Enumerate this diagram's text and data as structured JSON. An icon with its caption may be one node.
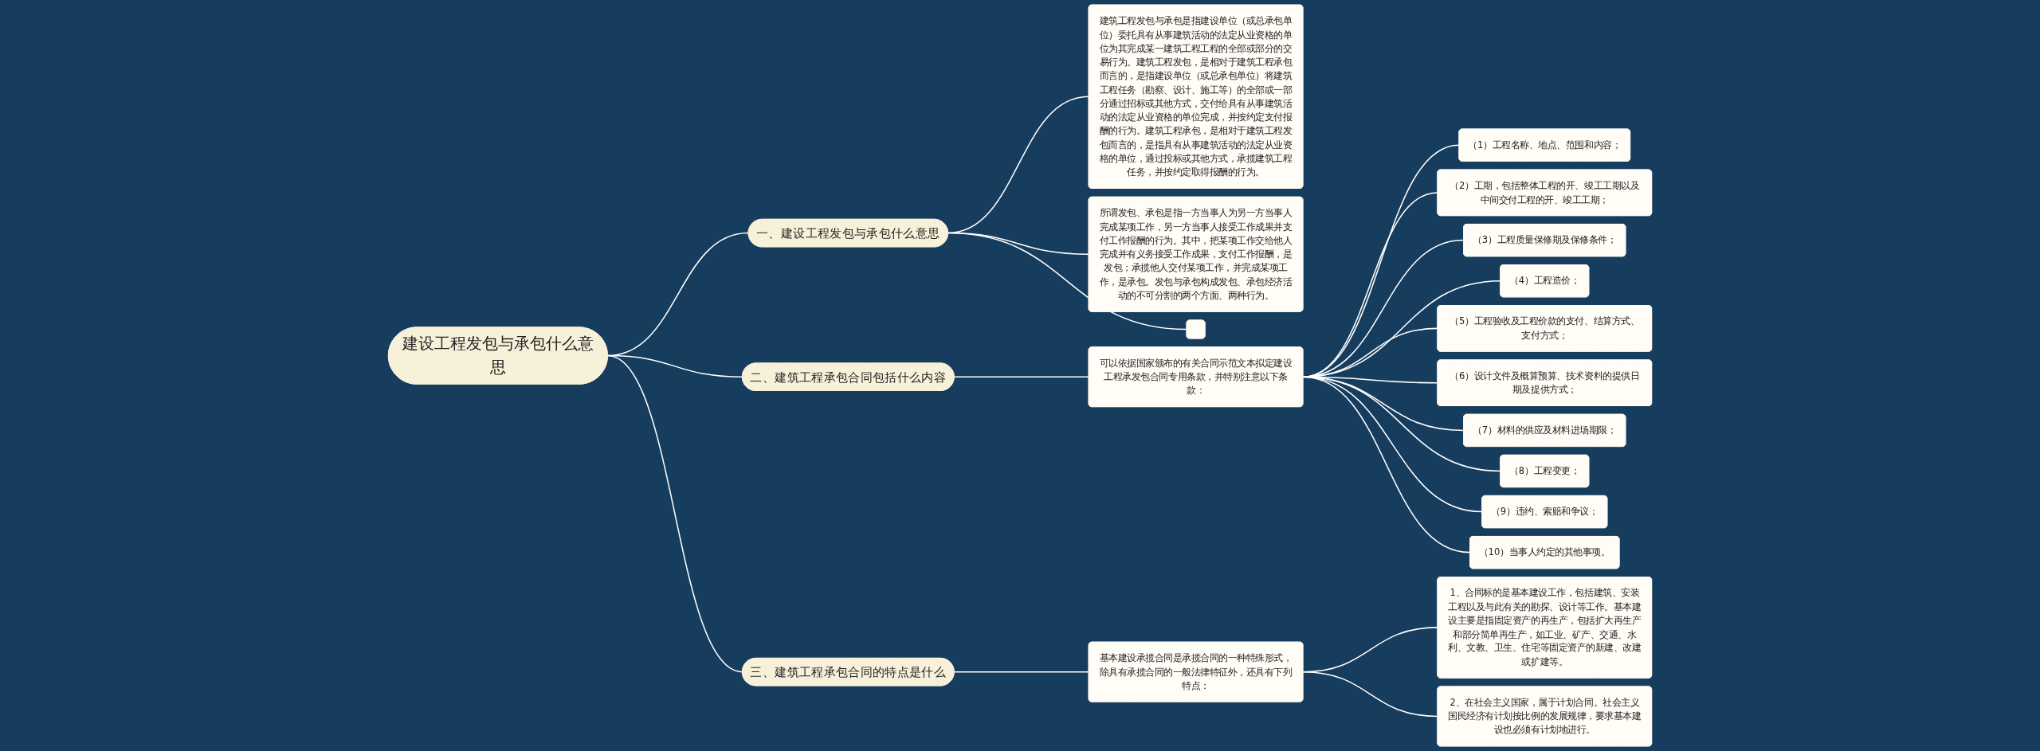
{
  "diagram": {
    "nodes": [
      {
        "text": [
          "建设工程发包与承包什么意思"
        ]
      },
      {
        "text": [
          "一、建设工程发包与承包什么意思"
        ]
      },
      {
        "text": [
          "建筑工程发包与承包是指建设单位（或总承包单位）委托具有从事建筑活动的法定从业资格的单位为其完成某一建筑工程工程的全部或部分的交易行为。建筑工程发包，是相对于建筑工程承包而言的，是指建设单位（或总承包单位）将建筑工程任务（勘察、设计、施工等）的全部或一部分通过招标或其他方式，交付给具有从事建筑活动的法定从业资格的单位完成，并按约定支付报酬的行为。建筑工程承包，是相对于建筑工程发包而言的，是指具有从事建筑活动的法定从业资格的单位，通过投标或其他方式，承揽建筑工程任务，并按约定取得报酬的行为。"
        ]
      },
      {
        "text": [
          "所谓发包、承包是指一方当事人为另一方当事人完成某项工作，另一方当事人接受工作成果并支付工作报酬的行为。其中，把某项工作交给他人完成并有义务接受工作成果，支付工作报酬，是发包；承揽他人交付某项工作，并完成某项工作，是承包。发包与承包构成发包、承包经济活动的不可分割的两个方面、两种行为。"
        ]
      },
      {
        "text": [],
        "shape": "box"
      },
      {
        "text": [
          "二、建筑工程承包合同包括什么内容"
        ]
      },
      {
        "text": [
          "可以依据国家颁布的有关合同示范文本拟定建设工程承发包合同专用条款，并特别注意以下条款："
        ]
      },
      {
        "text": [
          "（1）工程名称、地点、范围和内容；"
        ]
      },
      {
        "text": [
          "（2）工期，包括整体工程的开、竣工工期以及中间交付工程的开、竣工工期；"
        ]
      },
      {
        "text": [
          "（3）工程质量保修期及保修条件；"
        ]
      },
      {
        "text": [
          "（4）工程造价；"
        ]
      },
      {
        "text": [
          "（5）工程验收及工程价款的支付、结算方式、支付方式；"
        ]
      },
      {
        "text": [
          "（6）设计文件及概算预算、技术资料的提供日期及提供方式；"
        ]
      },
      {
        "text": [
          "（7）材料的供应及材料进场期限；"
        ]
      },
      {
        "text": [
          "（8）工程变更；"
        ]
      },
      {
        "text": [
          "（9）违约、索赔和争议；"
        ]
      },
      {
        "text": [
          "（10）当事人约定的其他事项。"
        ]
      },
      {
        "text": [
          "三、建筑工程承包合同的特点是什么"
        ]
      },
      {
        "text": [
          "基本建设承揽合同是承揽合同的一种特殊形式，除具有承揽合同的一般法律特征外，还具有下列特点："
        ]
      },
      {
        "text": [
          "1、合同标的是基本建设工作，包括建筑、安装工程以及与此有关的勘探、设计等工作。基本建设主要是指固定资产的再生产，包括扩大再生产和部分简单再生产，如工业、矿产、交通、水利、文教、卫生、住宅等固定资产的新建、改建或扩建等。"
        ]
      },
      {
        "text": [
          "2、在社会主义国家，属于计划合同。社会主义国民经济有计划按比例的发展规律，要求基本建设也必须有计划地进行。"
        ]
      }
    ],
    "edges": [
      {
        "from": 0,
        "to": 1,
        "arrow": "none"
      },
      {
        "from": 1,
        "to": 2,
        "arrow": "none"
      },
      {
        "from": 1,
        "to": 3,
        "arrow": "none"
      },
      {
        "from": 1,
        "to": 4,
        "arrow": "none"
      },
      {
        "from": 0,
        "to": 5,
        "arrow": "none"
      },
      {
        "from": 5,
        "to": 6,
        "arrow": "none"
      },
      {
        "from": 6,
        "to": 7,
        "arrow": "none"
      },
      {
        "from": 6,
        "to": 8,
        "arrow": "none"
      },
      {
        "from": 6,
        "to": 9,
        "arrow": "none"
      },
      {
        "from": 6,
        "to": 10,
        "arrow": "none"
      },
      {
        "from": 6,
        "to": 11,
        "arrow": "none"
      },
      {
        "from": 6,
        "to": 12,
        "arrow": "none"
      },
      {
        "from": 6,
        "to": 13,
        "arrow": "none"
      },
      {
        "from": 6,
        "to": 14,
        "arrow": "none"
      },
      {
        "from": 6,
        "to": 15,
        "arrow": "none"
      },
      {
        "from": 6,
        "to": 16,
        "arrow": "none"
      },
      {
        "from": 0,
        "to": 17,
        "arrow": "none"
      },
      {
        "from": 17,
        "to": 18,
        "arrow": "none"
      },
      {
        "from": 18,
        "to": 19,
        "arrow": "none"
      },
      {
        "from": 18,
        "to": 20,
        "arrow": "none"
      }
    ]
  }
}
